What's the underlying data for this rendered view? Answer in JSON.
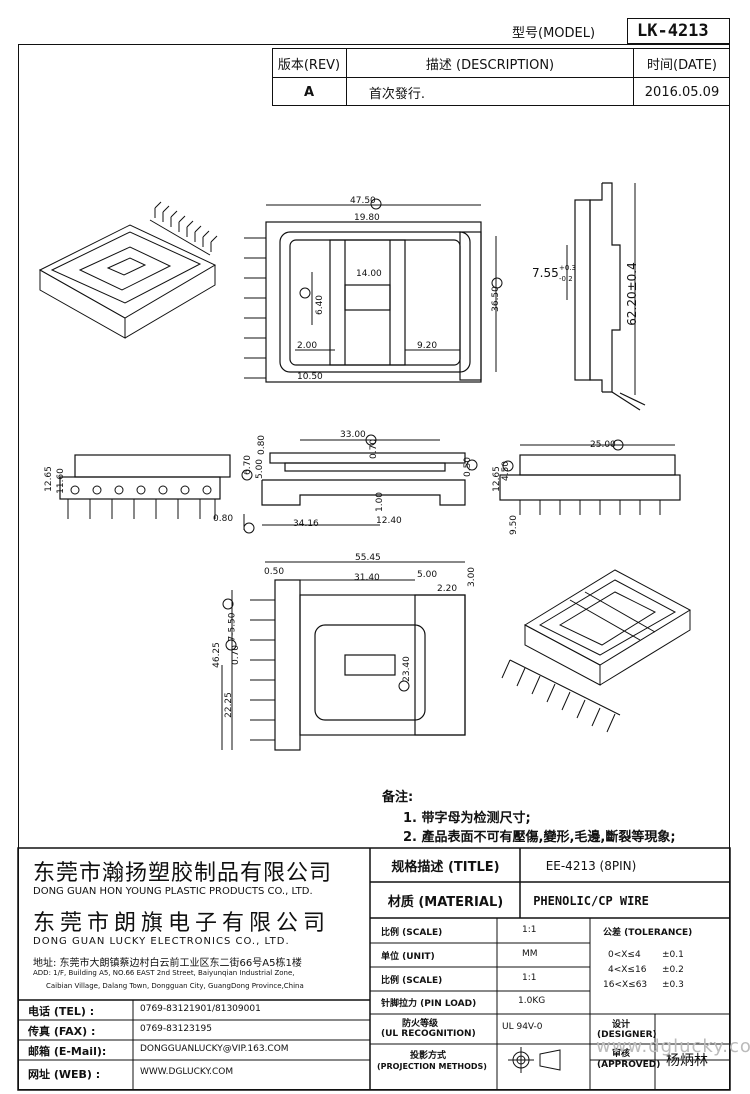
{
  "header": {
    "model_label": "型号(MODEL)",
    "model_value": "LK-4213"
  },
  "revision_table": {
    "rev_header": "版本(REV)",
    "desc_header": "描述 (DESCRIPTION)",
    "date_header": "时间(DATE)",
    "rev": "A",
    "description": "首次發行.",
    "date": "2016.05.09"
  },
  "dimensions": {
    "top_width": "47.50",
    "inner_width": "19.80",
    "center_gap": "14.00",
    "center_h": "6.40",
    "overall_h": "36.50",
    "left_off": "2.00",
    "slot_w": "9.20",
    "pin_pitch": "10.50",
    "side_tol": "7.55",
    "tol_plus": "+0.3",
    "tol_minus": "-0.2",
    "side_len": "62.20±0.4",
    "front_w": "33.00",
    "front_a": "0.80",
    "front_b": "0.70",
    "front_h1": "12.65",
    "front_h2": "11.60",
    "front_c": "6.70",
    "front_d": "5.00",
    "front_e": "0.50",
    "front_f": "1.00",
    "front_g": "12.40",
    "front_pin": "0.80",
    "front_total": "34.16",
    "right_w": "25.00",
    "right_h1": "12.65",
    "right_h2": "4.50",
    "right_pin": "9.50",
    "bot_w": "55.45",
    "bot_a": "0.50",
    "bot_b": "31.40",
    "bot_c": "5.00",
    "bot_d": "2.20",
    "bot_e": "3.00",
    "bot_f": "7-5.50",
    "bot_g": "0.70",
    "bot_h": "46.25",
    "bot_i": "22.25",
    "bot_j": "23.40"
  },
  "notes": {
    "title": "备注:",
    "line1": "1. 带字母为检测尺寸;",
    "line2": "2. 產品表面不可有壓傷,變形,毛邊,斷裂等現象;"
  },
  "company": {
    "name1_cn": "东莞市瀚扬塑胶制品有限公司",
    "name1_en": "DONG GUAN HON YOUNG PLASTIC PRODUCTS CO., LTD.",
    "name2_cn": "东莞市朗旗电子有限公司",
    "name2_en": "DONG GUAN LUCKY ELECTRONICS CO., LTD.",
    "address_cn": "地址: 东莞市大朗镇蔡边村白云前工业区东二街66号A5栋1楼",
    "address_en1": "ADD: 1/F, Building A5, NO.66 EAST 2nd Street, Baiyunqian Industrial Zone,",
    "address_en2": "Caibian Village, Dalang Town, Dongguan City, GuangDong Province,China",
    "tel_label": "电话 (TEL) :",
    "tel": "0769-83121901/81309001",
    "fax_label": "传真 (FAX) :",
    "fax": "0769-83123195",
    "email_label": "邮箱 (E-Mail):",
    "email": "DONGGUANLUCKY@VIP.163.COM",
    "web_label": "网址 (WEB) :",
    "web": "WWW.DGLUCKY.COM"
  },
  "spec": {
    "title_label": "规格描述 (TITLE)",
    "title_value": "EE-4213 (8PIN)",
    "material_label": "材质 (MATERIAL)",
    "material_value": "PHENOLIC/CP WIRE",
    "scale_label": "比例 (SCALE)",
    "scale_value": "1:1",
    "unit_label": "单位 (UNIT)",
    "unit_value": "MM",
    "scale2_label": "比例 (SCALE)",
    "scale2_value": "1:1",
    "pinload_label": "针脚拉力 (PIN LOAD)",
    "pinload_value": "1.0KG",
    "ul_label1": "防火等级",
    "ul_label2": "(UL RECOGNITION)",
    "ul_value": "UL 94V-0",
    "proj_label1": "投影方式",
    "proj_label2": "(PROJECTION METHODS)",
    "tolerance_label": "公差 (TOLERANCE)",
    "tol1": "0<X≤4",
    "tol1v": "±0.1",
    "tol2": "4<X≤16",
    "tol2v": "±0.2",
    "tol3": "16<X≤63",
    "tol3v": "±0.3",
    "designer_label1": "设计",
    "designer_label2": "(DESIGNER)",
    "approved_label1": "审核",
    "approved_label2": "(APPROVED)",
    "approver": "杨炳林",
    "watermark": "www.dglucky.com"
  }
}
